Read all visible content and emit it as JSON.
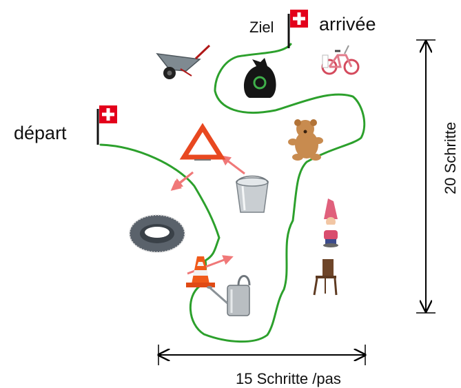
{
  "labels": {
    "depart": "départ",
    "ziel": "Ziel",
    "arrivee": "arrivée",
    "vertical_dim": "20 Schritte",
    "horizontal_dim": "15 Schritte /pas"
  },
  "colors": {
    "path": "#2ca02c",
    "arrows": "#f07878",
    "flag": "#e3001b",
    "dimension": "#000000"
  },
  "objects": [
    {
      "name": "wheelbarrow-icon"
    },
    {
      "name": "garbage-bag-icon"
    },
    {
      "name": "bicycle-icon"
    },
    {
      "name": "warning-triangle-icon"
    },
    {
      "name": "teddy-bear-icon"
    },
    {
      "name": "tire-icon"
    },
    {
      "name": "bucket-icon"
    },
    {
      "name": "garden-gnome-icon"
    },
    {
      "name": "traffic-cone-icon"
    },
    {
      "name": "watering-can-icon"
    },
    {
      "name": "chair-icon"
    }
  ]
}
